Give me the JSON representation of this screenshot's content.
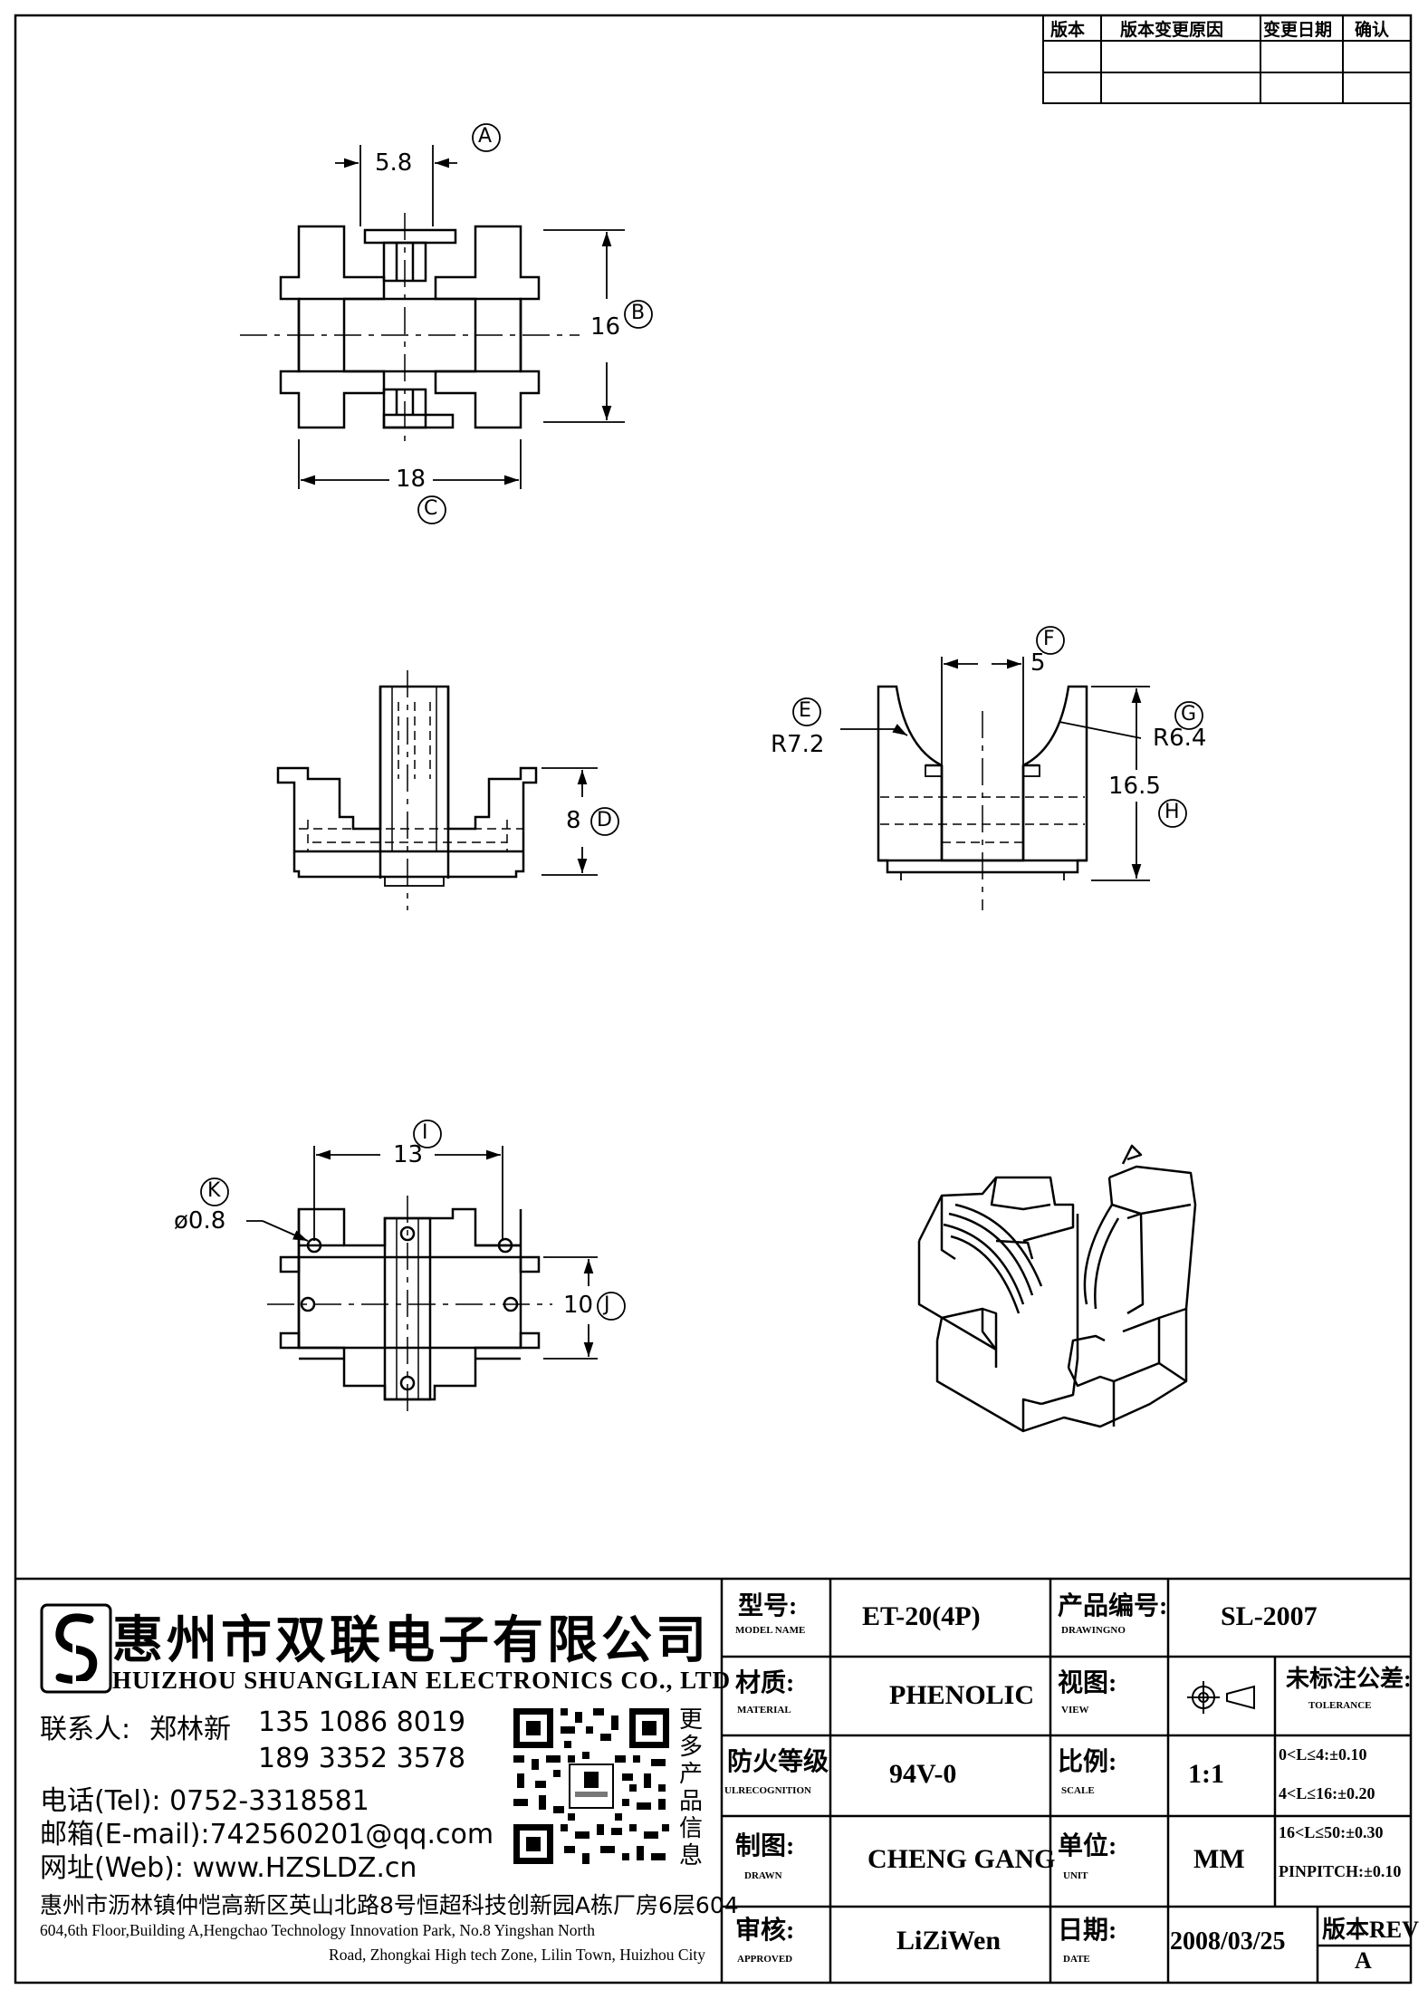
{
  "revision_table": {
    "headers": [
      "版本",
      "版本变更原因",
      "变更日期",
      "确认"
    ]
  },
  "dimensions": {
    "A": {
      "label": "A",
      "value": "5.8"
    },
    "B": {
      "label": "B",
      "value": "16"
    },
    "C": {
      "label": "C",
      "value": "18"
    },
    "D": {
      "label": "D",
      "value": "8"
    },
    "E": {
      "label": "E",
      "value": "R7.2"
    },
    "F": {
      "label": "F",
      "value": "5"
    },
    "G": {
      "label": "G",
      "value": "R6.4"
    },
    "H": {
      "label": "H",
      "value": "16.5"
    },
    "I": {
      "label": "I",
      "value": "13"
    },
    "J": {
      "label": "J",
      "value": "10"
    },
    "K": {
      "label": "K",
      "value": "ø0.8"
    }
  },
  "company": {
    "name_cn": "惠州市双联电子有限公司",
    "name_en": "HUIZHOU SHUANGLIAN ELECTRONICS CO., LTD",
    "contact_label": "联系人:",
    "contact_name": "郑林新",
    "phone1": "135 1086 8019",
    "phone2": "189 3352 3578",
    "tel": "电话(Tel): 0752-3318581",
    "email": "邮箱(E-mail):742560201@qq.com",
    "web": "网址(Web): www.HZSLDZ.cn",
    "qr_caption": [
      "更",
      "多",
      "产",
      "品",
      "信",
      "息"
    ],
    "address_cn": "惠州市沥林镇仲恺高新区英山北路8号恒超科技创新园A栋厂房6层604",
    "address_en_1": "604,6th Floor,Building A,Hengchao Technology Innovation Park, No.8 Yingshan North",
    "address_en_2": "Road, Zhongkai High tech Zone, Lilin Town, Huizhou City"
  },
  "title_block": {
    "model_label": "型号:",
    "model_sub": "MODEL NAME",
    "model_value": "ET-20(4P)",
    "drawing_label": "产品编号:",
    "drawing_sub": "DRAWINGNO",
    "drawing_value": "SL-2007",
    "material_label": "材质:",
    "material_sub": "MATERIAL",
    "material_value": "PHENOLIC",
    "view_label": "视图:",
    "view_sub": "VIEW",
    "tolerance_label": "未标注公差:",
    "tolerance_sub": "TOLERANCE",
    "tolerance_rows": [
      "0<L≤4:±0.10",
      "4<L≤16:±0.20",
      "16<L≤50:±0.30",
      "PINPITCH:±0.10"
    ],
    "fire_label": "防火等级",
    "fire_sub": "ULRECOGNITION",
    "fire_value": "94V-0",
    "scale_label": "比例:",
    "scale_sub": "SCALE",
    "scale_value": "1:1",
    "drawn_label": "制图:",
    "drawn_sub": "DRAWN",
    "drawn_value": "CHENG GANG",
    "unit_label": "单位:",
    "unit_sub": "UNIT",
    "unit_value": "MM",
    "approved_label": "审核:",
    "approved_sub": "APPROVED",
    "approved_value": "LiZiWen",
    "date_label": "日期:",
    "date_sub": "DATE",
    "date_value": "2008/03/25",
    "rev_label": "版本REV",
    "rev_value": "A"
  }
}
